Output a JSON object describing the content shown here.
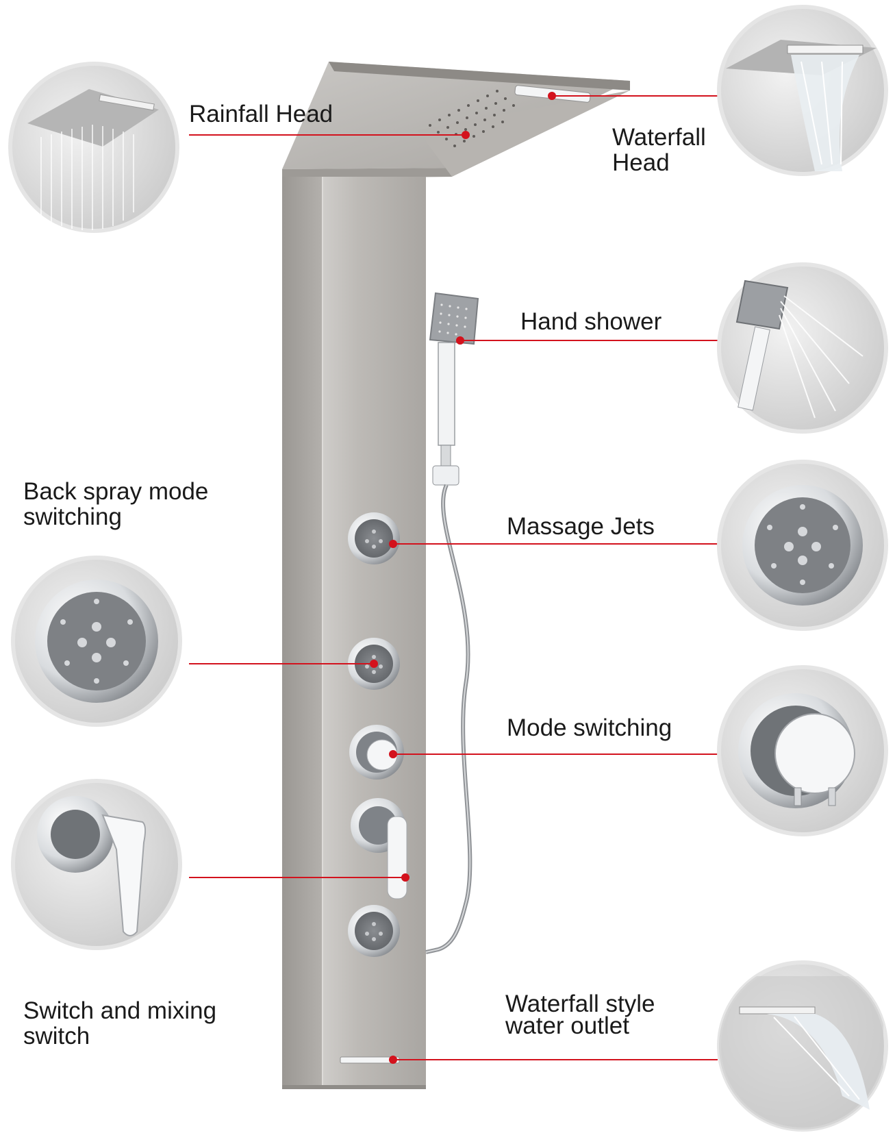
{
  "callouts": {
    "rainfall_head": {
      "line1": "Rainfall Head",
      "icon": "rainfall-head-icon"
    },
    "waterfall_head": {
      "line1": "Waterfall",
      "line2": "Head",
      "icon": "waterfall-head-icon"
    },
    "hand_shower": {
      "line1": "Hand shower",
      "icon": "hand-shower-icon"
    },
    "back_spray": {
      "line1": "Back spray mode",
      "line2": "switching",
      "icon": "back-spray-jet-icon"
    },
    "massage_jets": {
      "line1": "Massage Jets",
      "icon": "massage-jet-icon"
    },
    "mode_switching": {
      "line1": "Mode switching",
      "icon": "mode-knob-icon"
    },
    "mixing_switch": {
      "line1": "Switch and mixing",
      "line2": "switch",
      "icon": "mixing-lever-icon"
    },
    "waterfall_outlet": {
      "line1": "Waterfall style",
      "line2": "water outlet",
      "icon": "spout-outlet-icon"
    }
  },
  "colors": {
    "leader_line": "#d3121d",
    "panel": "#b9b6b2",
    "panel_dark": "#8f8c88",
    "chrome": "#eef0f2",
    "text": "#1a1a1a",
    "bubble": "#d9d9d9"
  }
}
